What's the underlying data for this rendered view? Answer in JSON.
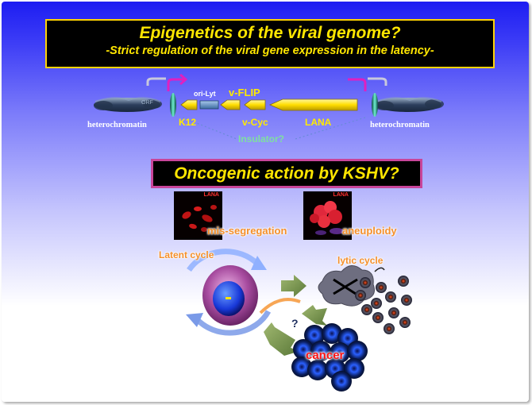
{
  "title": {
    "line1": "Epigenetics of the viral genome?",
    "line2": "-Strict regulation  of the viral gene expression in the latency-"
  },
  "genome": {
    "orf_label": "ORF",
    "ori_label": "ori-Lyt",
    "vflip": "v-FLIP",
    "k12": "K12",
    "vcyc": "v-Cyc",
    "lana": "LANA",
    "heterochromatin_left": "heterochromatin",
    "heterochromatin_right": "heterochromatin",
    "insulator": "Insulator?"
  },
  "section2": {
    "title": "Oncogenic action by KSHV?"
  },
  "images": {
    "photo1_tag": "LANA",
    "photo2_tag": "LANA",
    "mis_segregation": "mis-segregation",
    "aneuploidy": "aneuploidy"
  },
  "cycle": {
    "latent": "Latent cycle",
    "lytic": "lytic cycle",
    "question": "?",
    "cancer": "cancer"
  },
  "colors": {
    "title_text": "#ffe600",
    "box2_border": "#c8459a",
    "gene_yellow": "#ffdd00",
    "insulator_text": "#7fe0a0",
    "marker_magenta": "#e020c0"
  }
}
